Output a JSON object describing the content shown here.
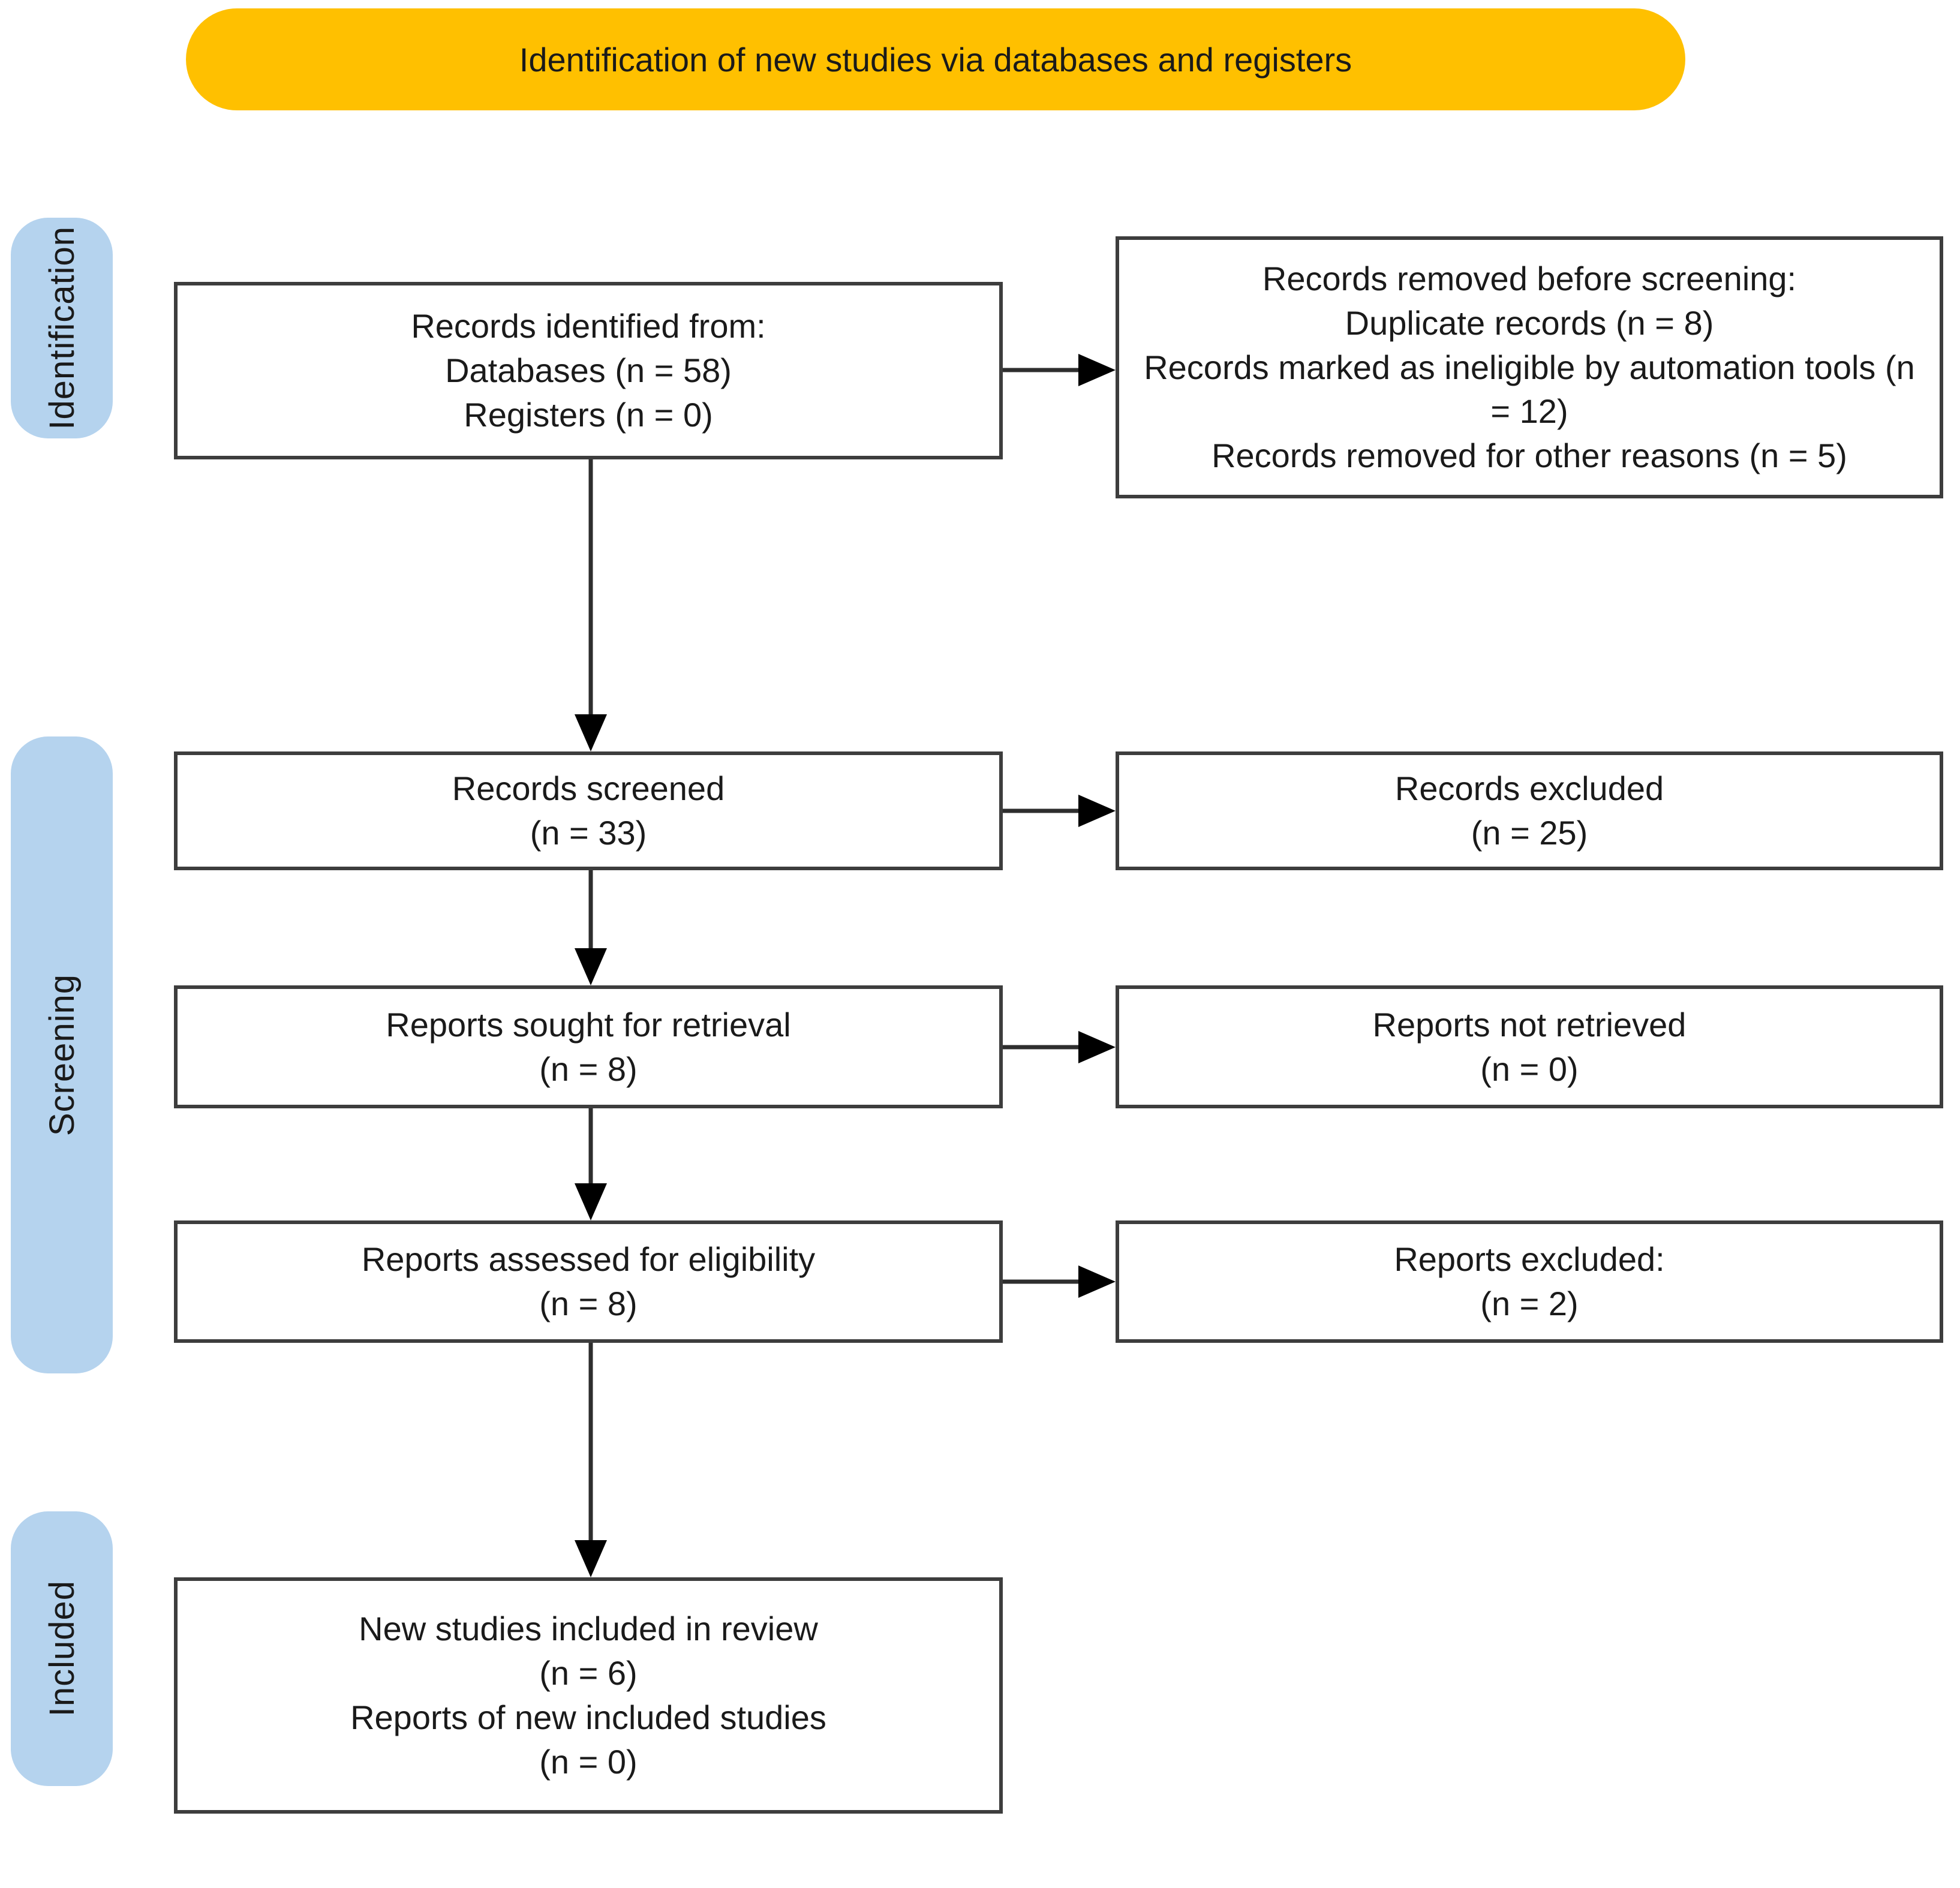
{
  "banner": {
    "title": "Identification of new studies via databases and registers"
  },
  "side_labels": {
    "identification": "Identification",
    "screening": "Screening",
    "included": "Included"
  },
  "boxes": {
    "records_identified": "Records identified from:\nDatabases (n = 58)\nRegisters (n = 0)",
    "records_removed": "Records removed before screening:\nDuplicate records (n = 8)\nRecords marked as ineligible by automation tools (n = 12)\nRecords removed for other reasons (n = 5)",
    "records_screened": "Records screened\n(n = 33)",
    "records_excluded": "Records excluded\n(n = 25)",
    "reports_sought": "Reports sought for retrieval\n(n = 8)",
    "reports_not_retrieved": "Reports not retrieved\n(n = 0)",
    "reports_assessed": "Reports assessed for eligibility\n(n = 8)",
    "reports_excluded": "Reports excluded:\n(n = 2)",
    "new_studies_included": "New studies included in review\n(n = 6)\nReports of new included studies\n(n = 0)"
  },
  "colors": {
    "banner_bg": "#FFC000",
    "side_label_bg": "#B5D3EE",
    "box_border": "#3D3D3D",
    "arrow": "#2E2E2E",
    "arrow_head": "#000000",
    "text": "#1A1A1A"
  }
}
